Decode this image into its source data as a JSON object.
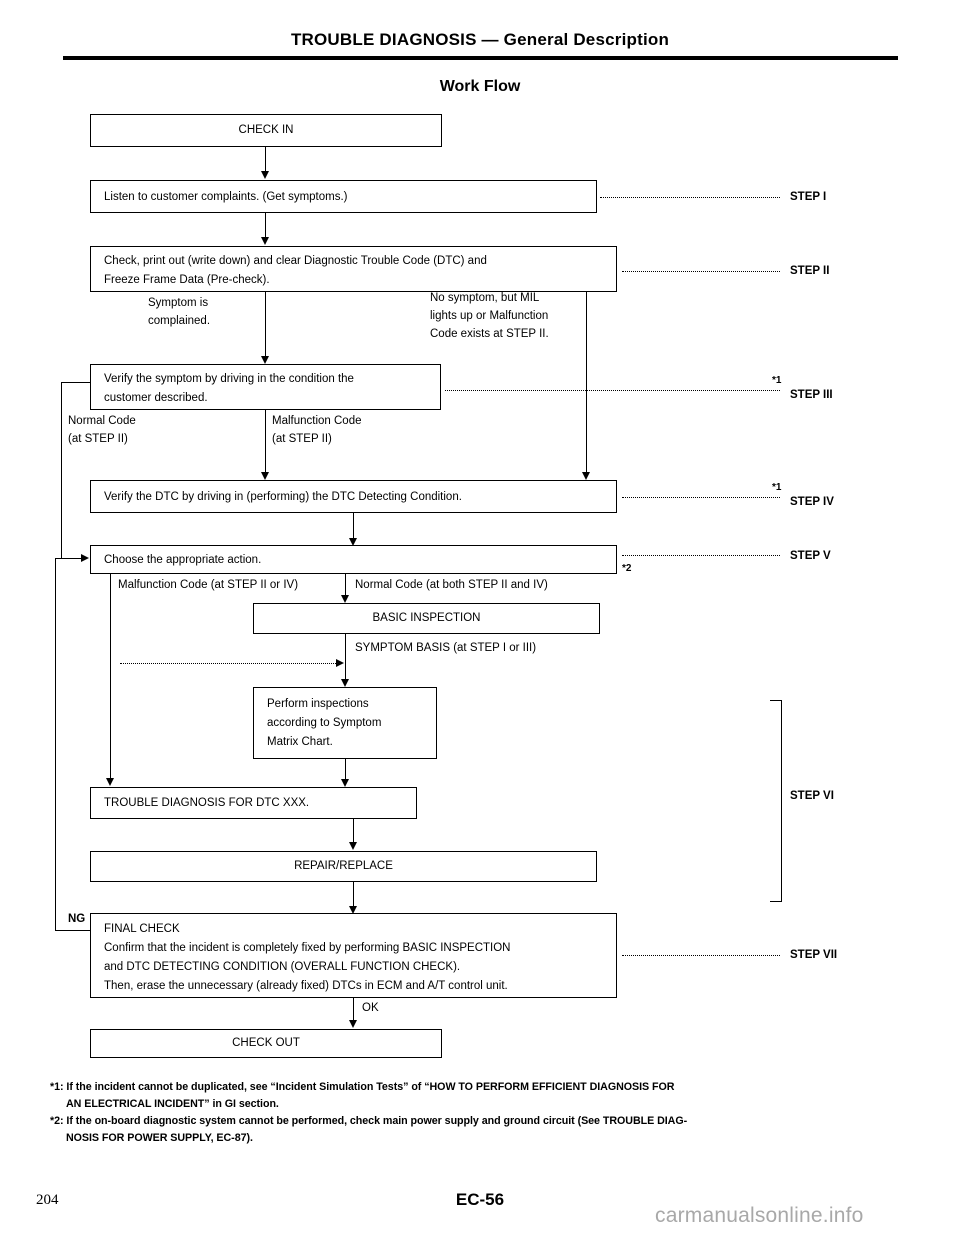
{
  "header": {
    "title": "TROUBLE DIAGNOSIS — General Description",
    "section_title": "Work Flow"
  },
  "flow": {
    "check_in": "CHECK IN",
    "step1_box": "Listen to customer complaints. (Get symptoms.)",
    "step2_box_l1": "Check, print out (write down) and clear Diagnostic Trouble Code (DTC) and",
    "step2_box_l2": "Freeze Frame Data (Pre-check).",
    "branch_symptom_l1": "Symptom is",
    "branch_symptom_l2": "complained.",
    "branch_mil_l1": "No symptom, but MIL",
    "branch_mil_l2": "lights up or Malfunction",
    "branch_mil_l3": "Code exists at STEP II.",
    "step3_box_l1": "Verify the symptom by driving in the condition the",
    "step3_box_l2": "customer described.",
    "branch_normal_l1": "Normal Code",
    "branch_normal_l2": "(at STEP II)",
    "branch_malf_l1": "Malfunction Code",
    "branch_malf_l2": "(at STEP II)",
    "step4_box": "Verify the DTC by driving in (performing) the DTC Detecting Condition.",
    "step5_box": "Choose the appropriate action.",
    "branch_malf2": "Malfunction Code (at STEP II or IV)",
    "branch_normal2": "Normal Code (at both STEP II and IV)",
    "basic_inspection": "BASIC INSPECTION",
    "symptom_basis": "SYMPTOM BASIS (at STEP I or III)",
    "perform_l1": "Perform inspections",
    "perform_l2": "according to Symptom",
    "perform_l3": "Matrix Chart.",
    "trouble_dtc": "TROUBLE DIAGNOSIS FOR DTC XXX.",
    "repair_replace": "REPAIR/REPLACE",
    "final_l1": "FINAL CHECK",
    "final_l2": "Confirm that the incident is completely fixed by performing BASIC INSPECTION",
    "final_l3": "and DTC DETECTING CONDITION (OVERALL FUNCTION CHECK).",
    "final_l4": "Then, erase the unnecessary (already fixed) DTCs in ECM and A/T control unit.",
    "label_ng": "NG",
    "label_ok": "OK",
    "check_out": "CHECK OUT"
  },
  "steps": {
    "s1": "STEP I",
    "s2": "STEP II",
    "s3": "STEP III",
    "s4": "STEP IV",
    "s5": "STEP V",
    "s6": "STEP VI",
    "s7": "STEP VII",
    "mark1": "*1",
    "mark1b": "*1",
    "mark2": "*2"
  },
  "footnotes": {
    "f1_l1": "*1: If the incident cannot be duplicated, see “Incident Simulation Tests” of “HOW TO PERFORM EFFICIENT DIAGNOSIS FOR",
    "f1_l2": "AN ELECTRICAL INCIDENT” in GI section.",
    "f2_l1": "*2: If the on-board diagnostic system cannot be performed, check main power supply and ground circuit (See TROUBLE DIAG-",
    "f2_l2": "NOSIS FOR POWER SUPPLY, EC-87)."
  },
  "footer": {
    "page_number": "204",
    "doc_code": "EC-56",
    "watermark": "carmanualsonline.info"
  }
}
